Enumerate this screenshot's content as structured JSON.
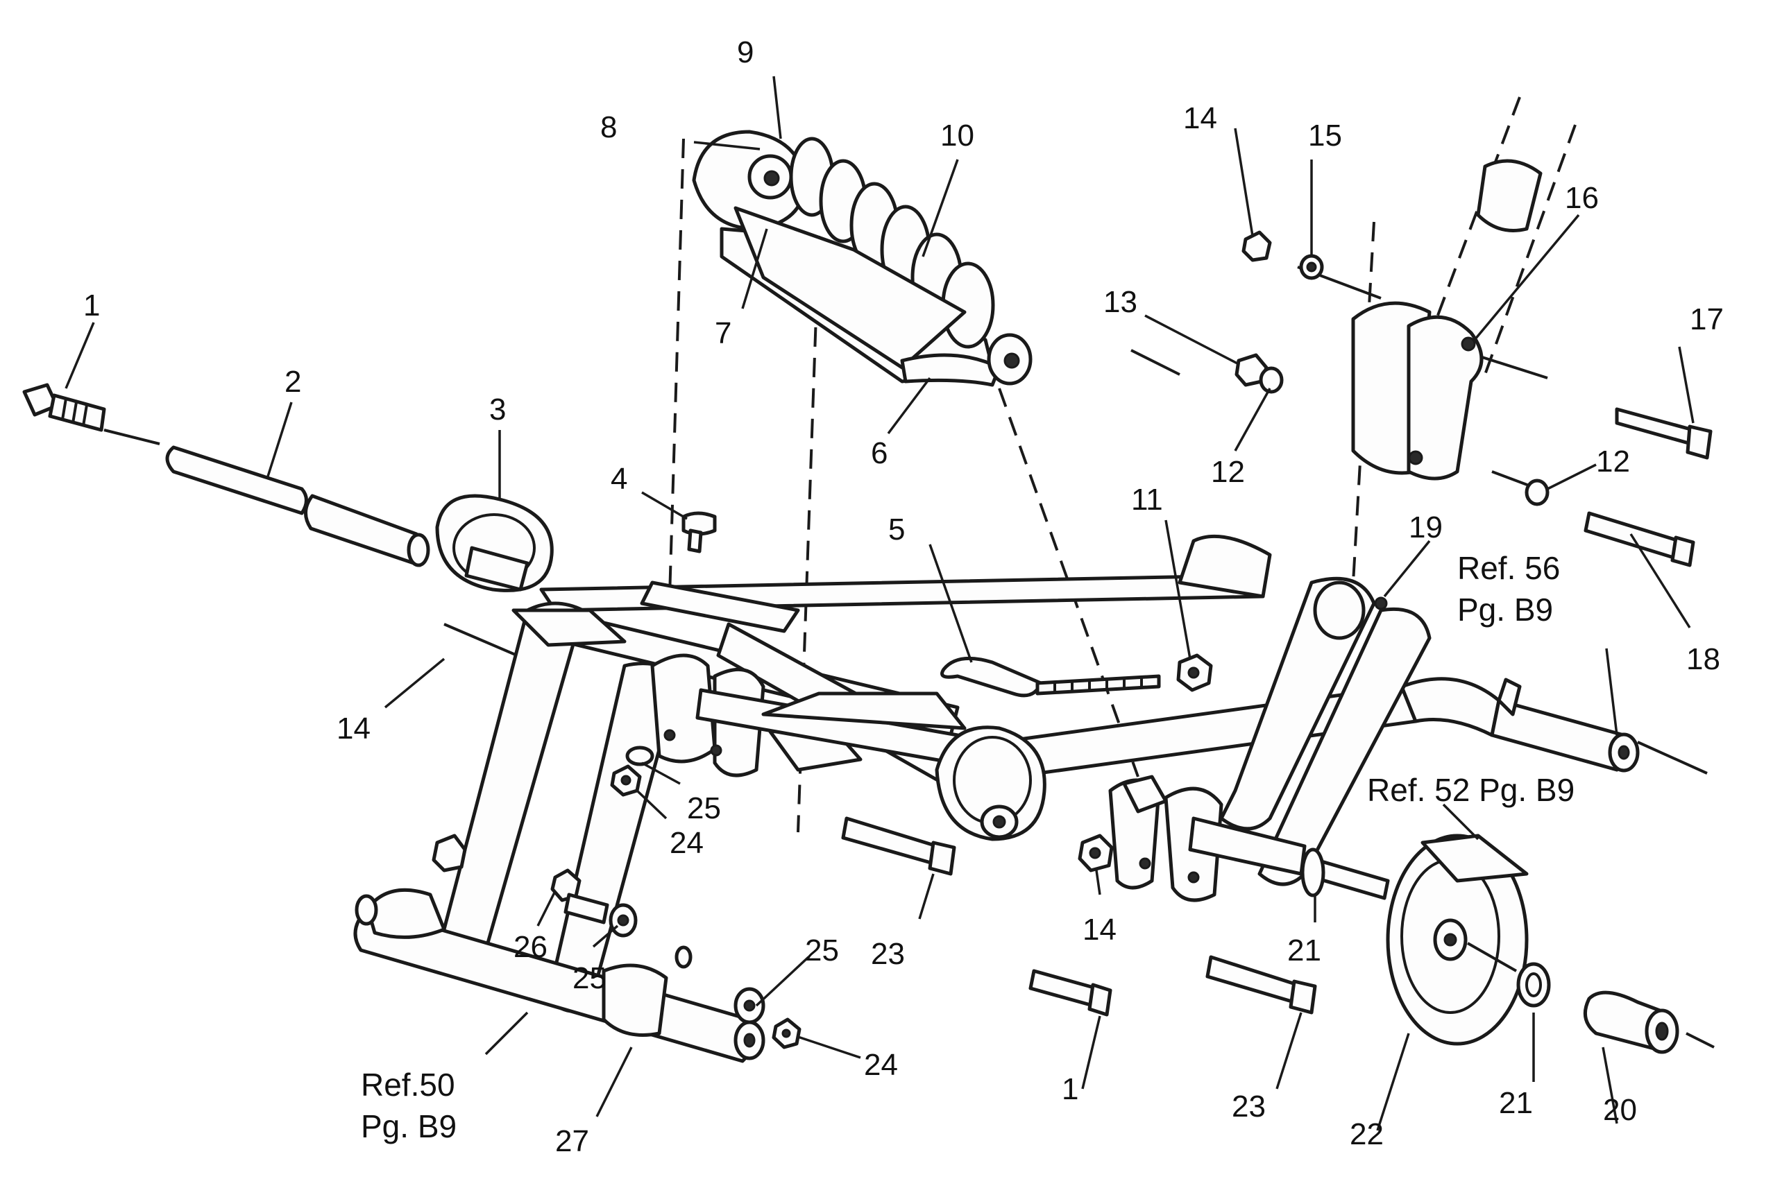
{
  "callouts": [
    {
      "id": "c1a",
      "text": "1"
    },
    {
      "id": "c2",
      "text": "2"
    },
    {
      "id": "c3",
      "text": "3"
    },
    {
      "id": "c4",
      "text": "4"
    },
    {
      "id": "c5",
      "text": "5"
    },
    {
      "id": "c6",
      "text": "6"
    },
    {
      "id": "c7",
      "text": "7"
    },
    {
      "id": "c8",
      "text": "8"
    },
    {
      "id": "c9",
      "text": "9"
    },
    {
      "id": "c10",
      "text": "10"
    },
    {
      "id": "c11",
      "text": "11"
    },
    {
      "id": "c12a",
      "text": "12"
    },
    {
      "id": "c12b",
      "text": "12"
    },
    {
      "id": "c13",
      "text": "13"
    },
    {
      "id": "c14a",
      "text": "14"
    },
    {
      "id": "c14b",
      "text": "14"
    },
    {
      "id": "c14c",
      "text": "14"
    },
    {
      "id": "c15",
      "text": "15"
    },
    {
      "id": "c16",
      "text": "16"
    },
    {
      "id": "c17",
      "text": "17"
    },
    {
      "id": "c18",
      "text": "18"
    },
    {
      "id": "c19",
      "text": "19"
    },
    {
      "id": "c20",
      "text": "20"
    },
    {
      "id": "c21a",
      "text": "21"
    },
    {
      "id": "c21b",
      "text": "21"
    },
    {
      "id": "c22",
      "text": "22"
    },
    {
      "id": "c23a",
      "text": "23"
    },
    {
      "id": "c23b",
      "text": "23"
    },
    {
      "id": "c24a",
      "text": "24"
    },
    {
      "id": "c24b",
      "text": "24"
    },
    {
      "id": "c25a",
      "text": "25"
    },
    {
      "id": "c25b",
      "text": "25"
    },
    {
      "id": "c25c",
      "text": "25"
    },
    {
      "id": "c26",
      "text": "26"
    },
    {
      "id": "c27",
      "text": "27"
    },
    {
      "id": "c1b",
      "text": "1"
    }
  ],
  "references": {
    "ref56_line1": "Ref. 56",
    "ref56_line2": "Pg. B9",
    "ref52": "Ref. 52 Pg. B9",
    "ref50_line1": "Ref.50",
    "ref50_line2": "Pg. B9"
  }
}
